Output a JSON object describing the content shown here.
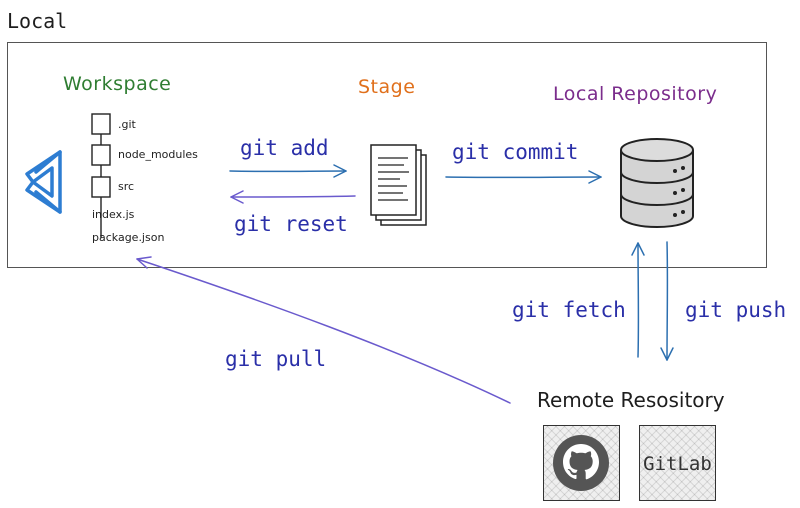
{
  "local": {
    "title": "Local"
  },
  "workspace": {
    "title": "Workspace",
    "files": [
      ".git",
      "node_modules",
      "src",
      "index.js",
      "package.json"
    ]
  },
  "stage": {
    "title": "Stage"
  },
  "local_repository": {
    "title": "Local Repository"
  },
  "remote": {
    "title": "Remote Resository",
    "gitlab_label": "GitLab"
  },
  "commands": {
    "add": "git add",
    "reset": "git reset",
    "commit": "git commit",
    "fetch": "git fetch",
    "push": "git push",
    "pull": "git pull"
  },
  "colors": {
    "workspace": "#2f7d32",
    "stage": "#e0701c",
    "repository": "#7b2d8c",
    "command": "#2a2fa8",
    "arrow_blue": "#2c6fb0",
    "arrow_purple": "#6a5acd",
    "vscode": "#2d7dd2"
  },
  "icons": [
    "vscode-icon",
    "document-stack-icon",
    "database-icon",
    "github-icon"
  ]
}
